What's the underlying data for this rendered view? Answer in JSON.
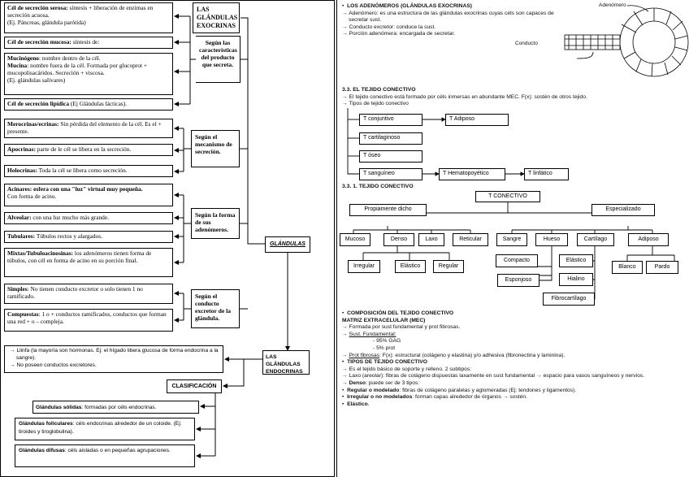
{
  "left": {
    "exocrinas_title": "LAS GLÁNDULAS EXOCRINAS",
    "secretion_label": "Según las características del producto que secreta.",
    "serosa_title": "Cél de secreción serosa:",
    "serosa_desc": " síntesis + liberación de enzimas en secreción acuosa.",
    "serosa_ex": "(Ej. Páncreas, glándula parótida)",
    "mucosa_title": "Cél de secreción mucosa:",
    "mucosa_desc": " síntesis de:",
    "mucinogeno_t": "Mucinógeno",
    "mucinogeno_d": ": nombre dentro de la cél.",
    "mucina_t": "Mucina",
    "mucina_d": ": nombre fuera de la cél. Formada por glucoprot + mucopolisacáridos. Secreción + viscosa.",
    "mucina_ex": "(Ej. glándulas salivares)",
    "lipidica_title": "Cél de secreción lipídica",
    "lipidica_ex": " (Ej Glándulas lácticas).",
    "mecanismo_label": "Según el mecanismo de secreción.",
    "merocrinas_t": "Merocrinas/ecrinas:",
    "merocrinas_d": " Sin pérdida del elemento de la cél. Es el + presente.",
    "apocrinas_t": "Apocrinas:",
    "apocrinas_d": " parte de le cél se libera en la secreción.",
    "holocrinas_t": "Holocrinas:",
    "holocrinas_d": " Toda la cél se libera como secreción.",
    "forma_label": "Según la forma de sus adenómeros.",
    "acinares_t": "Acinares:",
    "acinares_d": " esfera con una \"luz\" virtual muy pequeña.",
    "acinares_d2": "Con forma de acino.",
    "alveolar_t": "Alveolar:",
    "alveolar_d": " con una luz mucho más grande.",
    "tubulares_t": "Tubulares:",
    "tubulares_d": " Túbulos rectos y alargados.",
    "mixtas_t": "Mixtas/Tubuloacinosinas:",
    "mixtas_d": " los adenómeros tienen forma de túbulos, con cél en forma de acino en su porción final.",
    "conducto_label": "Según el conducto excretor de la glándula.",
    "simples_t": "Simples",
    "simples_d": ": No tienen conducto excretor o solo tienen 1 no ramificado.",
    "compuestas_t": "Compuestas",
    "compuestas_d": ": 1 o + conductos ramificados, conductos que forman una red + o – compleja.",
    "glandulas": "GLÁNDULAS",
    "endocrinas_title": "LAS GLÁNDULAS ENDOCRINAS",
    "endo_bullet1": "Llinfa (la mayoría son hormonas. Ej: el hígado libera glucosa de forma endocrina a la sangre).",
    "endo_bullet2": "No poseen conductos excretores.",
    "clasificacion": "CLASIFICACIÓN",
    "solidas_t": "Glándulas sólidas",
    "solidas_d": ": formadas por céls endocrinas.",
    "foliculares_t": "Glándulas foliculares",
    "foliculares_d": ": céls endocrinas alrededor de un coloide. (Ej: tiroides y tiroglobulina).",
    "difusas_t": "Glándulas difusas",
    "difusas_d": ": céls aisladas o en pequeñas agrupaciones."
  },
  "right": {
    "adenomeros_title": "LOS ADENÓMEROS (GLÁNDULAS EXOCRINAS)",
    "adeno_1": "Adenómero: es una estructura de las glándulas exocrinas cuyas céls son capaces de secretar sust.",
    "adeno_2": "Conducto excretor: conduce la sust.",
    "adeno_3": "Porción adenómera: encargada de secretar.",
    "fig_adenomero": "Adenómero",
    "fig_conducto": "Conducto",
    "tc_title": "3.3. EL TEJIDO CONECTIVO",
    "tc_1": "El tejido conectivo está formado por céls inmersas en abundante MEC. F(x): sostén de otros tejido.",
    "tc_2": "Tipos de tejido conectivo",
    "types": [
      "T conjuntivo",
      "T cartilaginoso",
      "T óseo",
      "T sanguíneo"
    ],
    "t_adiposo": "T Adiposo",
    "t_hemato": "T Hematopoyético",
    "t_linfatico": "T linfático",
    "tc31_title": "3.3. 1. TEJIDO CONECTIVO",
    "tree_root": "T CONECTIVO",
    "propiamente": "Propiamente dicho",
    "especializado": "Especializado",
    "prop_children": [
      "Mucoso",
      "Denso",
      "Laxo",
      "Reticular"
    ],
    "denso_children": [
      "Irregular",
      "Elástico",
      "Regular"
    ],
    "esp_children": [
      "Sangre",
      "Hueso",
      "Cartílago",
      "Adiposo"
    ],
    "hueso_children": [
      "Compacto",
      "Esponjoso"
    ],
    "cart_children": [
      "Elástico",
      "Hialino",
      "Fibrocartílago"
    ],
    "adip_children": [
      "Blanco",
      "Pardo"
    ],
    "comp_title": "COMPOSICIÓN DEL TEJIDO CONECTIVO",
    "matriz_title": "MATRIZ EXTRACELULAR (MEC)",
    "mec_1": "Formada por sust fundamental y prot fibrosas.",
    "mec_2": "Sust. Fundamental:",
    "mec_2a": "- 95% GAG",
    "mec_2b": "- 5% prot",
    "mec_3t": "Prot fibrosas",
    "mec_3d": ": F(x): estructural (colágeno y elastina) y/o adhesiva (fibronectina y laminina).",
    "tipos_title": "TIPOS DE TEJIDO CONECTIVO",
    "tipos_1": "Es el tejido básico de soporte y relleno. 2 subtipos:",
    "tipos_2t": "Laxo (areolar)",
    "tipos_2d": ": fibras de colágeno dispuestas laxamente en sust fundamental → espacio para vasos sanguíneos y nervios.",
    "tipos_3t": "Denso",
    "tipos_3d": ": puede ser de 3 tipos:",
    "tipos_4t": "Regular o modelado",
    "tipos_4d": ": fibras de colágeno paralelas y aglomeradas (Ej: tendones y ligamentos).",
    "tipos_5t": "Irregular o no modelados",
    "tipos_5d": ": forman capas alrededor de órganos → sostén.",
    "tipos_6t": "Elástico",
    "tipos_6d": "."
  }
}
